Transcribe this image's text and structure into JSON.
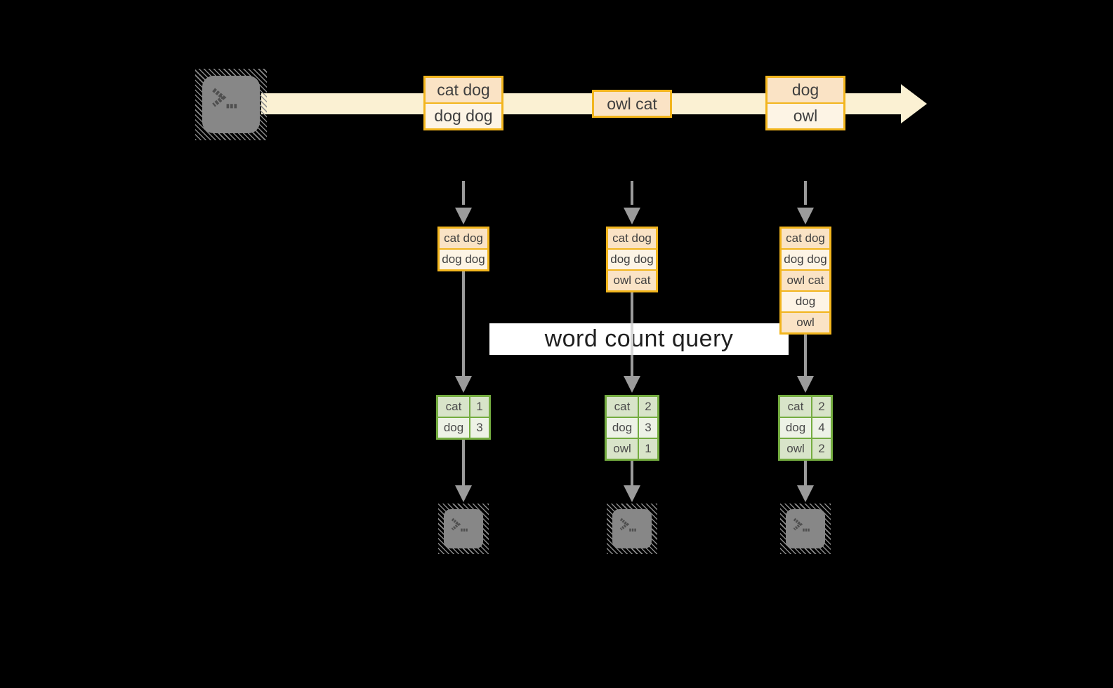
{
  "banner": {
    "label": "word count query"
  },
  "stream": {
    "source_icon": "terminal-prompt",
    "events": [
      {
        "rows": [
          "cat dog",
          "dog dog"
        ]
      },
      {
        "rows": [
          "owl cat"
        ]
      },
      {
        "rows": [
          "dog",
          "owl"
        ]
      }
    ]
  },
  "pipelines": [
    {
      "snapshot": [
        "cat dog",
        "dog dog"
      ],
      "counts": [
        {
          "word": "cat",
          "count": 1
        },
        {
          "word": "dog",
          "count": 3
        }
      ],
      "sink_icon": "terminal-prompt"
    },
    {
      "snapshot": [
        "cat dog",
        "dog dog",
        "owl cat"
      ],
      "counts": [
        {
          "word": "cat",
          "count": 2
        },
        {
          "word": "dog",
          "count": 3
        },
        {
          "word": "owl",
          "count": 1
        }
      ],
      "sink_icon": "terminal-prompt"
    },
    {
      "snapshot": [
        "cat dog",
        "dog dog",
        "owl cat",
        "dog",
        "owl"
      ],
      "counts": [
        {
          "word": "cat",
          "count": 2
        },
        {
          "word": "dog",
          "count": 4
        },
        {
          "word": "owl",
          "count": 2
        }
      ],
      "sink_icon": "terminal-prompt"
    }
  ],
  "colors": {
    "stream_band": "#fbf1d3",
    "event_border": "#f2b51d",
    "event_fill_a": "#fae3c5",
    "event_fill_b": "#fdf4e5",
    "table_border": "#74ac40",
    "table_fill_a": "#d8e4c9",
    "table_fill_b": "#edf2e6",
    "line_gray": "#9b9b9b",
    "line_light": "#d8d8d8",
    "terminal_fill": "#878787",
    "box_text": "#3f3f3f",
    "table_text": "#4a4a4a",
    "banner_text": "#1f1f1f"
  }
}
